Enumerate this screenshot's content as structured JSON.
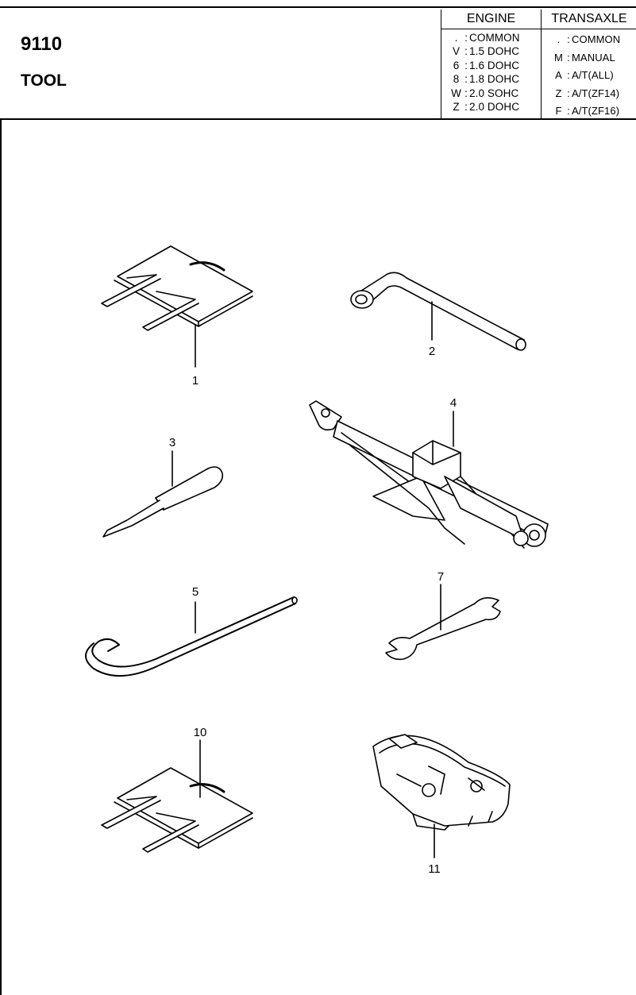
{
  "header": {
    "part_number": "9110",
    "part_name": "TOOL",
    "engine": {
      "title": "ENGINE",
      "codes": [
        {
          "key": ".",
          "desc": "COMMON"
        },
        {
          "key": "V",
          "desc": "1.5 DOHC"
        },
        {
          "key": "6",
          "desc": "1.6 DOHC"
        },
        {
          "key": "8",
          "desc": "1.8 DOHC"
        },
        {
          "key": "W",
          "desc": "2.0 SOHC"
        },
        {
          "key": "Z",
          "desc": "2.0 DOHC"
        }
      ]
    },
    "transaxle": {
      "title": "TRANSAXLE",
      "codes": [
        {
          "key": ".",
          "desc": "COMMON"
        },
        {
          "key": "M",
          "desc": "MANUAL"
        },
        {
          "key": "A",
          "desc": "A/T(ALL)"
        },
        {
          "key": "Z",
          "desc": "A/T(ZF14)"
        },
        {
          "key": "F",
          "desc": "A/T(ZF16)"
        }
      ]
    }
  },
  "callouts": [
    {
      "id": "1",
      "label": "1"
    },
    {
      "id": "2",
      "label": "2"
    },
    {
      "id": "3",
      "label": "3"
    },
    {
      "id": "4",
      "label": "4"
    },
    {
      "id": "5",
      "label": "5"
    },
    {
      "id": "7",
      "label": "7"
    },
    {
      "id": "10",
      "label": "10"
    },
    {
      "id": "11",
      "label": "11"
    }
  ]
}
